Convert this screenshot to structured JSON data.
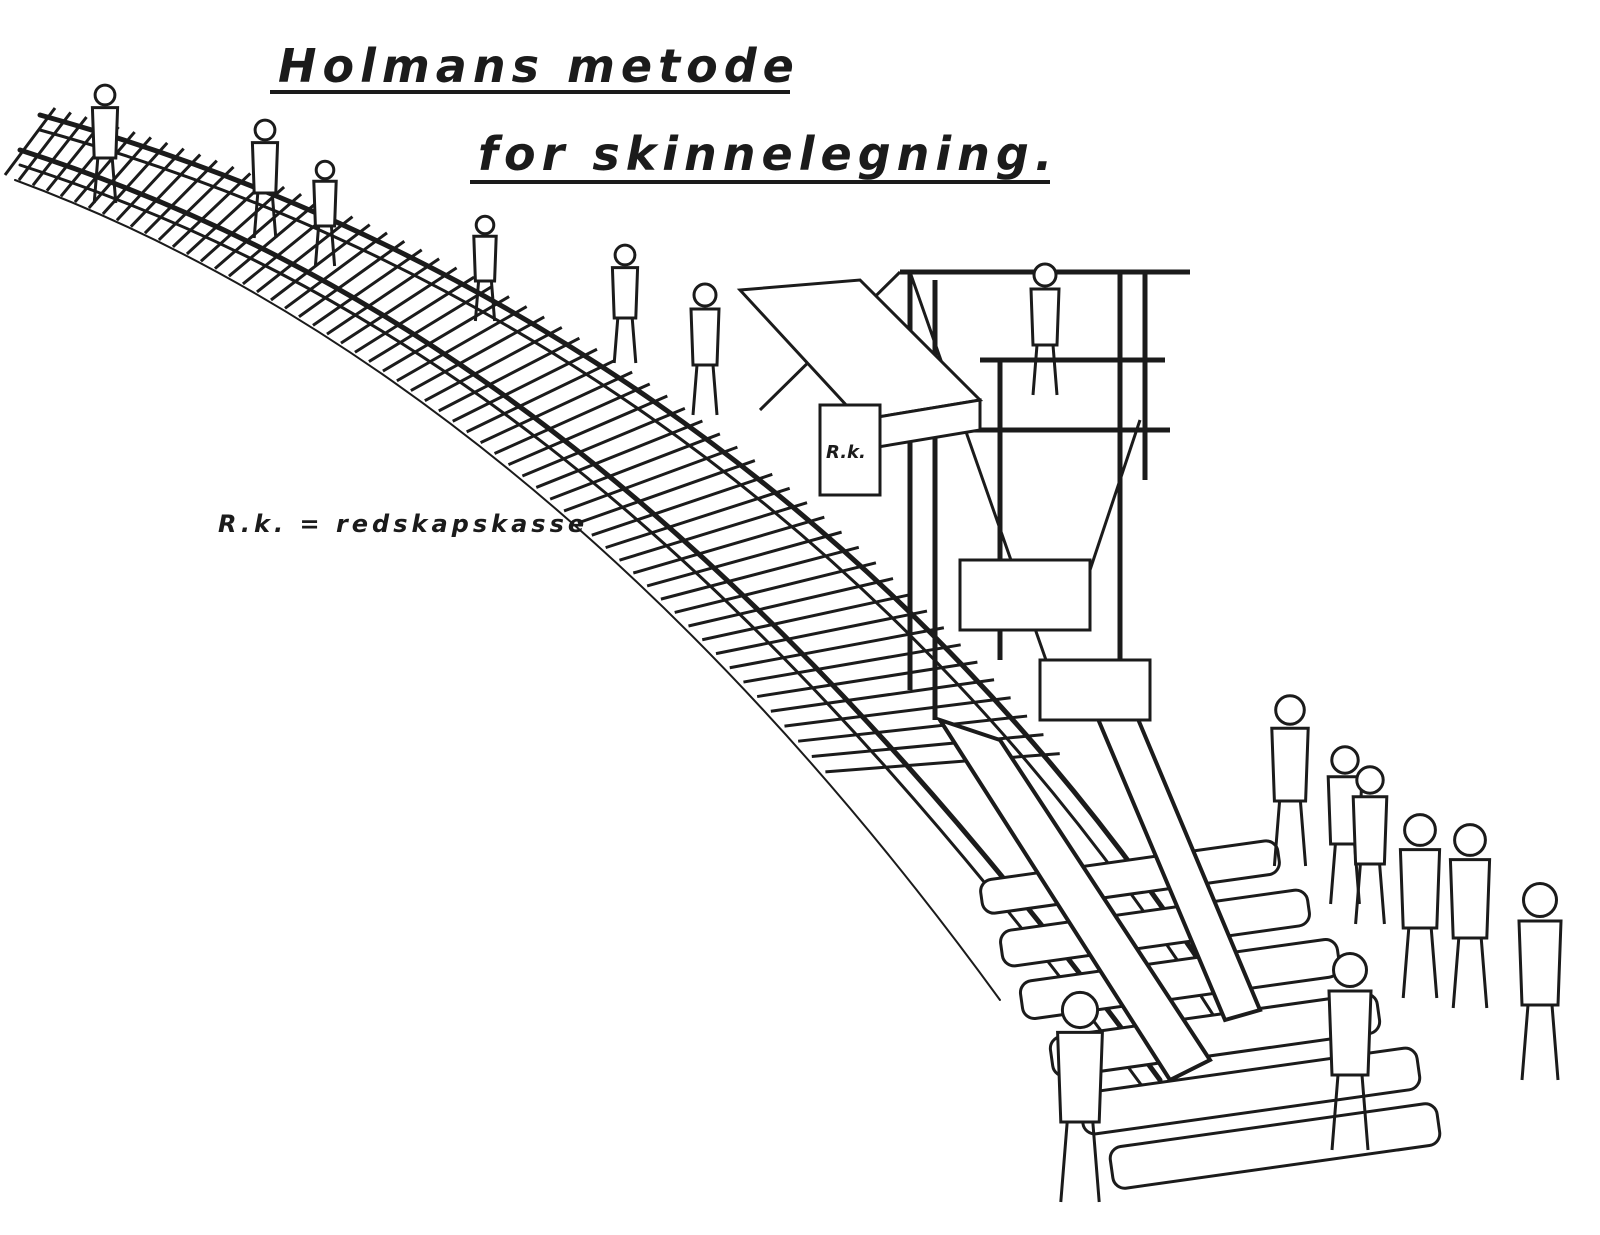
{
  "title_line_1": "Holmans metode",
  "title_line_2": "for skinnelegning.",
  "legend_note": "R.k. = redskapskasse",
  "box_label": "R.k.",
  "colors": {
    "ink": "#1b1b1b",
    "paper": "#ffffff"
  }
}
